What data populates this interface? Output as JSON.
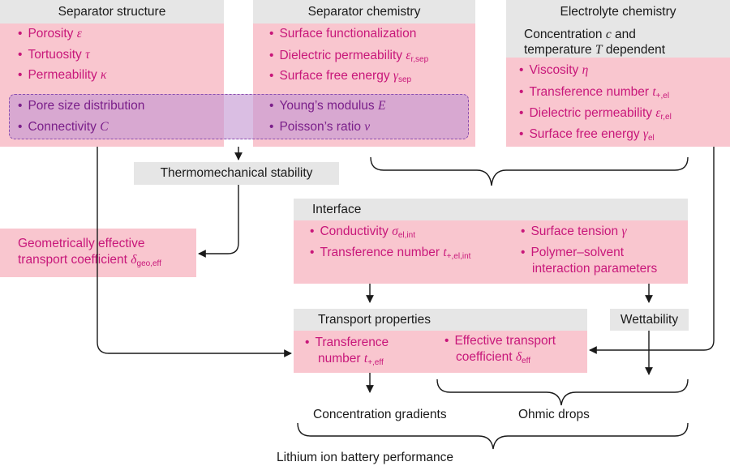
{
  "separator_structure": {
    "title": "Separator structure",
    "items": [
      {
        "label": "Porosity",
        "symbol": "ε"
      },
      {
        "label": "Tortuosity",
        "symbol": "τ"
      },
      {
        "label": "Permeability",
        "symbol": "κ"
      }
    ]
  },
  "separator_chemistry": {
    "title": "Separator chemistry",
    "items": [
      {
        "label": "Surface functionalization",
        "symbol": "",
        "sub": ""
      },
      {
        "label": "Dielectric permeability",
        "symbol": "ε",
        "sub": "r,sep"
      },
      {
        "label": "Surface free energy",
        "symbol": "γ",
        "sub": "sep"
      }
    ]
  },
  "shared_properties": {
    "left": [
      {
        "label": "Pore size distribution",
        "symbol": ""
      },
      {
        "label": "Connectivity",
        "symbol": "C"
      }
    ],
    "right": [
      {
        "label": "Young’s modulus",
        "symbol": "E"
      },
      {
        "label": "Poisson’s ratio",
        "symbol": "ν"
      }
    ]
  },
  "electrolyte_chemistry": {
    "title": "Electrolyte chemistry",
    "dependence_line1_a": "Concentration ",
    "dependence_line1_sym": "c",
    "dependence_line1_b": " and",
    "dependence_line2_a": "temperature ",
    "dependence_line2_sym": "T",
    "dependence_line2_b": " dependent",
    "items": [
      {
        "label": "Viscosity",
        "symbol": "η",
        "sub": ""
      },
      {
        "label": "Transference number",
        "symbol": "t",
        "sub": "+,el"
      },
      {
        "label": "Dielectric permeability",
        "symbol": "ε",
        "sub": "r,el"
      },
      {
        "label": "Surface free energy",
        "symbol": "γ",
        "sub": "el"
      }
    ]
  },
  "thermo": {
    "label": "Thermomechanical stability"
  },
  "geometric": {
    "line1": "Geometrically effective",
    "line2": "transport coefficient",
    "symbol": "δ",
    "sub": "geo,eff"
  },
  "interface": {
    "title": "Interface",
    "conductivity": {
      "label": "Conductivity",
      "symbol": "σ",
      "sub": "el,int"
    },
    "transference": {
      "label": "Transference number",
      "symbol": "t",
      "sub": "+,el,int"
    },
    "surface_tension": {
      "label": "Surface tension",
      "symbol": "γ"
    },
    "polymer_line1": "Polymer–solvent",
    "polymer_line2": "interaction parameters"
  },
  "transport": {
    "title": "Transport properties",
    "transference_line1": "Transference",
    "transference_line2": "number",
    "transference_symbol": "t",
    "transference_sub": "+,eff",
    "effective_line1": "Effective transport",
    "effective_line2": "coefficient",
    "effective_symbol": "δ",
    "effective_sub": "eff"
  },
  "wettability": {
    "label": "Wettability"
  },
  "outcomes": {
    "concentration": "Concentration gradients",
    "ohmic": "Ohmic drops",
    "performance": "Lithium ion battery performance"
  },
  "colors": {
    "pink_box": "#f9c6cf",
    "gray_header": "#e6e6e6",
    "magenta_text": "#c8177a",
    "overlay": "#c496d2"
  },
  "bullet": "•"
}
